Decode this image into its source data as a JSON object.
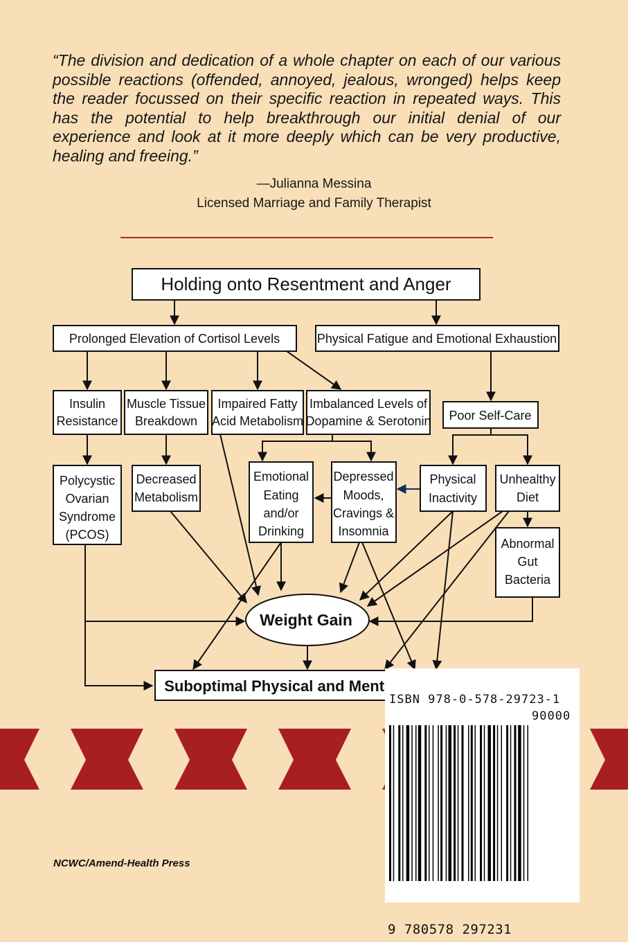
{
  "quote": {
    "text": "“The division and dedication of a whole chapter on each of our various possible reactions (offended, annoyed, jealous, wronged) helps keep the reader focussed on their specific reaction in repeated ways. This has the potential to help breakthrough our initial denial of our experience and look at it more deeply which can be very productive, healing and freeing.”",
    "author": "—Julianna Messina",
    "author_title": "Licensed Marriage and Family Therapist"
  },
  "diagram": {
    "top": "Holding onto Resentment and Anger",
    "cortisol": "Prolonged Elevation of Cortisol Levels",
    "fatigue": "Physical Fatigue and Emotional Exhaustion",
    "insulin": [
      "Insulin",
      "Resistance"
    ],
    "muscle": [
      "Muscle Tissue",
      "Breakdown"
    ],
    "fatty": [
      "Impaired Fatty",
      "Acid Metabolism"
    ],
    "dopamine": [
      "Imbalanced Levels of",
      "Dopamine & Serotonin"
    ],
    "selfcare": "Poor Self-Care",
    "pcos": [
      "Polycystic",
      "Ovarian",
      "Syndrome",
      "(PCOS)"
    ],
    "metabolism": [
      "Decreased",
      "Metabolism"
    ],
    "emotional": [
      "Emotional",
      "Eating",
      "and/or",
      "Drinking"
    ],
    "depressed": [
      "Depressed",
      "Moods,",
      "Cravings &",
      "Insomnia"
    ],
    "inactivity": [
      "Physical",
      "Inactivity"
    ],
    "diet": [
      "Unhealthy",
      "Diet"
    ],
    "gut": [
      "Abnormal",
      "Gut",
      "Bacteria"
    ],
    "weight": "Weight Gain",
    "health": "Suboptimal Physical and Mental Health"
  },
  "colors": {
    "background": "#f9dfb8",
    "accent_red": "#a81f22",
    "rule_red": "#b3221f"
  },
  "publisher": "NCWC/Amend-Health Press",
  "barcode": {
    "isbn_label": "ISBN 978-0-578-29723-1",
    "price_code": "90000",
    "number": "9 780578 297231"
  }
}
